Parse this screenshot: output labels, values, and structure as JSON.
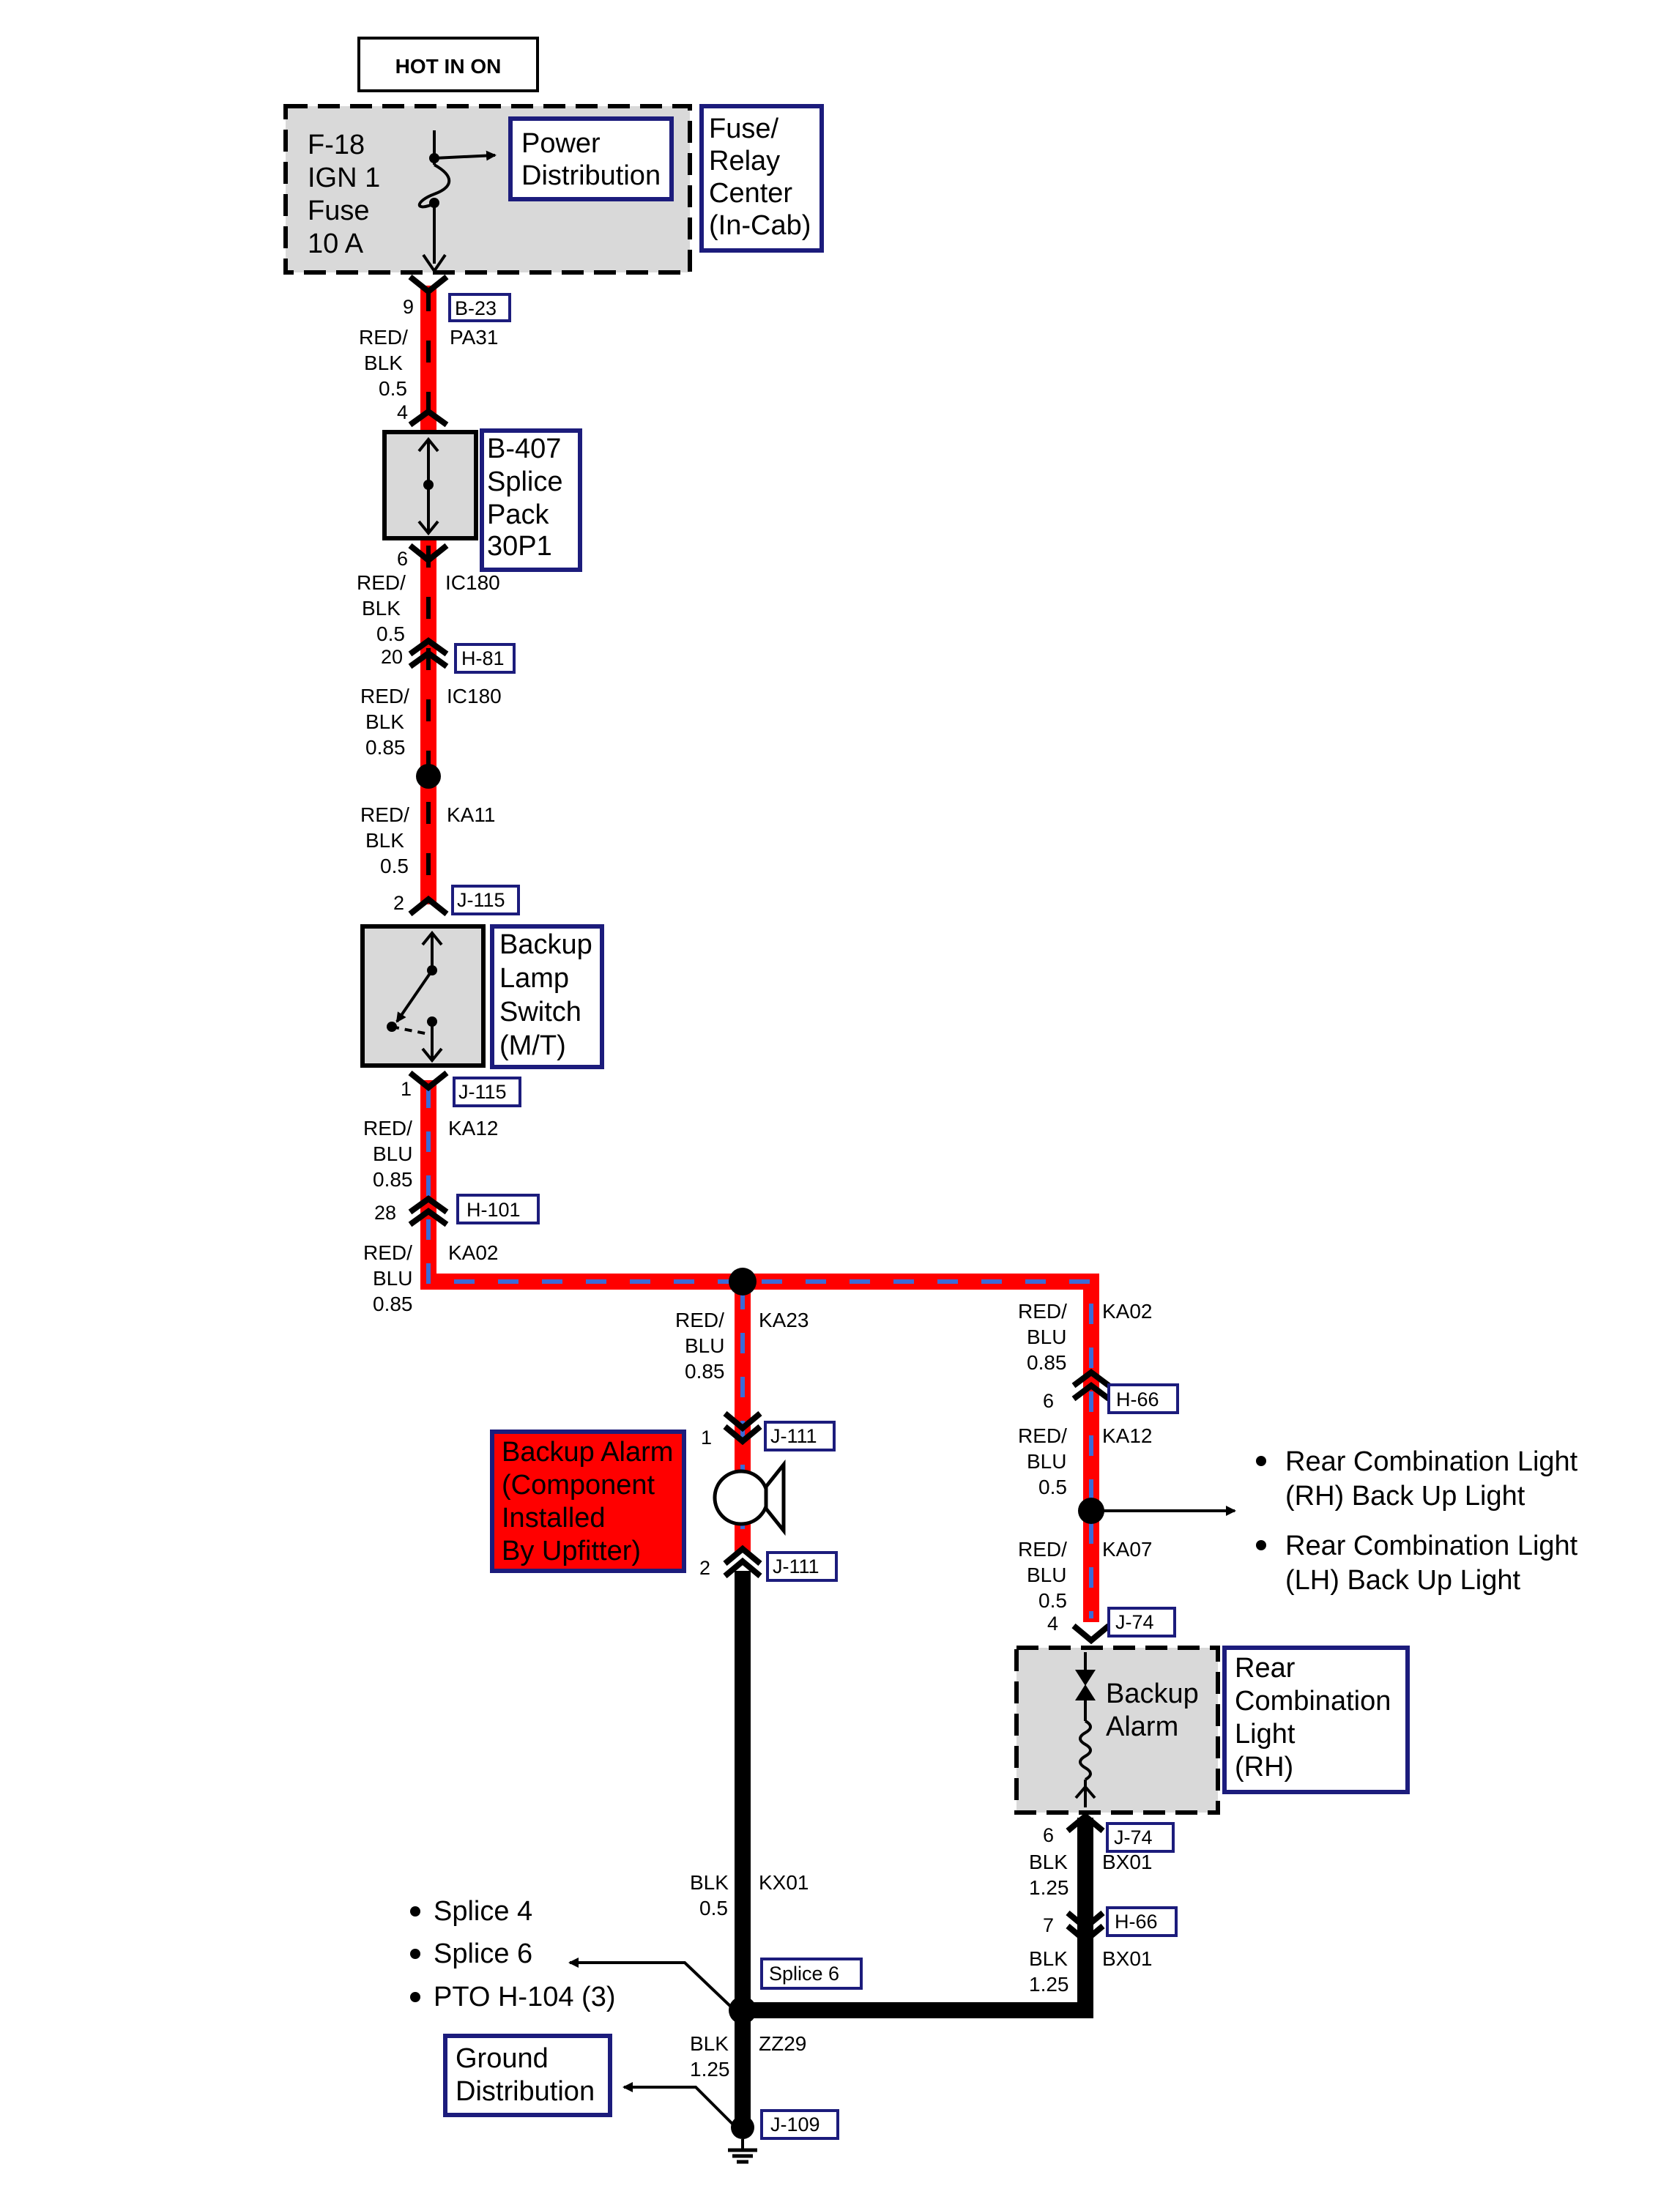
{
  "power": {
    "hot_label": "HOT IN ON",
    "fuse_lines": [
      "F-18",
      "IGN 1",
      "Fuse",
      "10 A"
    ],
    "power_dist_lines": [
      "Power",
      "Distribution"
    ],
    "fuse_center_lines": [
      "Fuse/",
      "Relay",
      "Center",
      "(In-Cab)"
    ]
  },
  "connectors": {
    "b23": "B-23",
    "h81": "H-81",
    "j115_top": "J-115",
    "j115_bot": "J-115",
    "h101": "H-101",
    "j111_top": "J-111",
    "j111_bot": "J-111",
    "h66_top": "H-66",
    "j74_top": "J-74",
    "j74_bot": "J-74",
    "h66_bot": "H-66",
    "splice6": "Splice 6",
    "j109": "J-109"
  },
  "pins": {
    "b23": "9",
    "b407_in": "4",
    "b407_out": "6",
    "h81": "20",
    "j115_in": "2",
    "j115_out": "1",
    "h101": "28",
    "j111_in": "1",
    "j111_out": "2",
    "h66_top": "6",
    "j74_in": "4",
    "j74_out": "6",
    "h66_bot": "7"
  },
  "wires": {
    "pa31": {
      "color": "RED/",
      "color2": "BLK",
      "size": "0.5",
      "circuit": "PA31"
    },
    "ic180a": {
      "color": "RED/",
      "color2": "BLK",
      "size": "0.5",
      "circuit": "IC180"
    },
    "ic180b": {
      "color": "RED/",
      "color2": "BLK",
      "size": "0.85",
      "circuit": "IC180"
    },
    "ka11": {
      "color": "RED/",
      "color2": "BLK",
      "size": "0.5",
      "circuit": "KA11"
    },
    "ka12a": {
      "color": "RED/",
      "color2": "BLU",
      "size": "0.85",
      "circuit": "KA12"
    },
    "ka02a": {
      "color": "RED/",
      "color2": "BLU",
      "size": "0.85",
      "circuit": "KA02"
    },
    "ka23": {
      "color": "RED/",
      "color2": "BLU",
      "size": "0.85",
      "circuit": "KA23"
    },
    "ka02b": {
      "color": "RED/",
      "color2": "BLU",
      "size": "0.85",
      "circuit": "KA02"
    },
    "ka12b": {
      "color": "RED/",
      "color2": "BLU",
      "size": "0.5",
      "circuit": "KA12"
    },
    "ka07": {
      "color": "RED/",
      "color2": "BLU",
      "size": "0.5",
      "circuit": "KA07"
    },
    "bx01a": {
      "color": "BLK",
      "size": "1.25",
      "circuit": "BX01"
    },
    "bx01b": {
      "color": "BLK",
      "size": "1.25",
      "circuit": "BX01"
    },
    "kx01": {
      "color": "BLK",
      "size": "0.5",
      "circuit": "KX01"
    },
    "zz29": {
      "color": "BLK",
      "size": "1.25",
      "circuit": "ZZ29"
    }
  },
  "components": {
    "splice_pack": [
      "B-407",
      "Splice",
      "Pack",
      "30P1"
    ],
    "backup_switch": [
      "Backup",
      "Lamp",
      "Switch",
      "(M/T)"
    ],
    "backup_alarm_upfitter": [
      "Backup Alarm",
      "(Component",
      "Installed",
      "By Upfitter)"
    ],
    "rear_alarm": [
      "Backup",
      "Alarm"
    ],
    "rear_light": [
      "Rear",
      "Combination",
      "Light",
      "(RH)"
    ],
    "ground_dist": [
      "Ground",
      "Distribution"
    ]
  },
  "references": {
    "rear_lights": [
      "Rear Combination Light",
      "(RH) Back Up Light",
      "Rear Combination Light",
      "(LH) Back Up Light"
    ],
    "splices": [
      "Splice 4",
      "Splice 6",
      "PTO H-104 (3)"
    ]
  },
  "colors": {
    "red_wire": "#ff0000",
    "blue_stripe": "#3a6bd8",
    "black_wire": "#000000",
    "box_navy": "#1c1c7c",
    "component_gray": "#d9d9d9",
    "alarm_red": "#ff0000"
  }
}
